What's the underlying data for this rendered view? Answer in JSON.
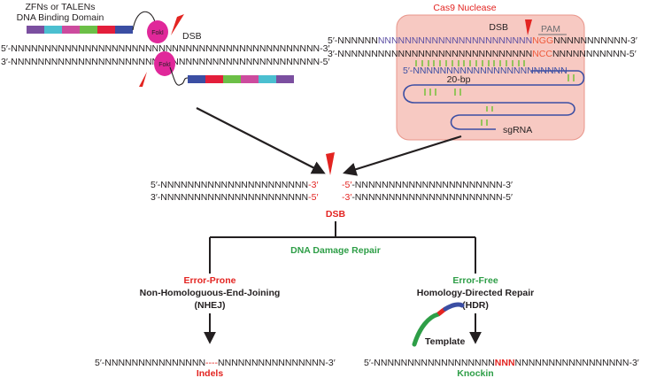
{
  "colors": {
    "red": "#e32421",
    "green": "#2e9e47",
    "blue": "#3b4ea3",
    "purple_seq": "#5b4fa3",
    "orange": "#ee5a3b",
    "nuclease_box": "#f7c9c2",
    "nuclease_border": "#e8958a",
    "foki": "#e0289a",
    "sgrna_mark": "#7cc242",
    "black": "#231f20"
  },
  "zfn": {
    "title_line1": "ZFNs or TALENs",
    "title_line2": "DNA Binding Domain",
    "foki_label": "FokI",
    "dsb_label": "DSB",
    "top_strand": "5′-NNNNNNNNNNNNNNNNNNNNNNNNNNNNNNNNNNNNNNNNNNNNNN-3′",
    "bottom_strand": "3′-NNNNNNNNNNNNNNNNNNNNNNNNNNNNNNNNNNNNNNNNNNNNNN-5′",
    "domain_colors": [
      "#7b4fa0",
      "#4bbfd0",
      "#cc4b9e",
      "#6cbf47",
      "#e31e3b",
      "#3b4ea3"
    ]
  },
  "cas9": {
    "title": "Cas9 Nuclease",
    "dsb_label": "DSB",
    "pam_label": "PAM",
    "top_prefix": "5′-NNNNNN",
    "top_target": "NNNNNNNNNNNNNNNNNNNNNNN",
    "top_pam": "NGG",
    "top_suffix": "NNNNNNNNNNN-3′",
    "bottom_prefix": "3′-NNNNNNNNNNNNNNNNNNNNNNNNNNNNN",
    "bottom_pam": "NCC",
    "bottom_suffix": "NNNNNNNNNNN-5′",
    "rna_prefix": "5′-",
    "rna_seq": "NNNNNNNNNNNNNNNNNNNNNNN",
    "bp_label": "20-bp",
    "sgrna_label": "sgRNA"
  },
  "break": {
    "top_left": "5′-NNNNNNNNNNNNNNNNNNNNNN",
    "top_left_end": "-3′",
    "top_right_start": "-5′",
    "top_right": "-NNNNNNNNNNNNNNNNNNNNNN-3′",
    "bottom_left": "3′-NNNNNNNNNNNNNNNNNNNNNN",
    "bottom_left_end": "-5′",
    "bottom_right_start": "-3′",
    "bottom_right": "-NNNNNNNNNNNNNNNNNNNNNN-5′",
    "dsb_label": "DSB"
  },
  "repair": {
    "title": "DNA Damage Repair",
    "nhej": {
      "type": "Error-Prone",
      "name": "Non-Homologuous-End-Joining",
      "abbr": "(NHEJ)",
      "seq_left": "5′-NNNNNNNNNNNNNNN",
      "seq_gap": "----",
      "seq_right": "NNNNNNNNNNNNNNNN-3′",
      "result": "Indels"
    },
    "hdr": {
      "type": "Error-Free",
      "name": "Homology-Directed Repair",
      "abbr": "(HDR)",
      "template_label": "Template",
      "seq_left": "5′-NNNNNNNNNNNNNNNNNN",
      "seq_insert": "NNN",
      "seq_right": "NNNNNNNNNNNNNNNNN-3′",
      "result": "Knockin"
    }
  }
}
